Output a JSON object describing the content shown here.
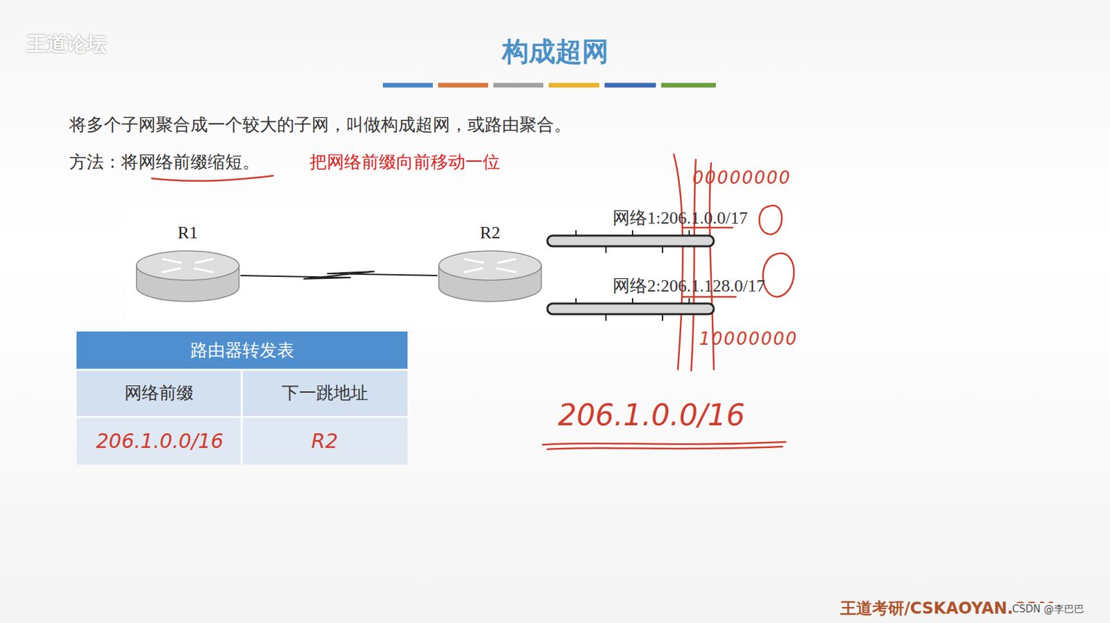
{
  "diagram": {
    "title": "构成超网",
    "nodes": [
      {
        "text": [
          "R1"
        ]
      },
      {
        "text": [
          "R2"
        ]
      },
      {
        "text": [
          "网络1:206.1.0.0/17"
        ]
      },
      {
        "text": [
          "网络2:206.1.128.0/17"
        ]
      },
      {
        "text": [
          "路由器转发表"
        ]
      }
    ],
    "edges": [
      {
        "from": 0,
        "to": 1,
        "arrow": "none"
      }
    ],
    "labels": [
      "将多个子网聚合成一个较大的子网，叫做构成超网，或路由聚合。",
      "方法：将网络前缀缩短。",
      "把网络前缀向前移动一位",
      "网络前缀",
      "下一跳地址",
      "206.1.0.0/16",
      "R2",
      "00000000",
      "10000000",
      "206.1.0.0/16",
      "王道论坛",
      "王道考研/CSKAOYAN.COM",
      "CSDN @李巴巴"
    ]
  }
}
